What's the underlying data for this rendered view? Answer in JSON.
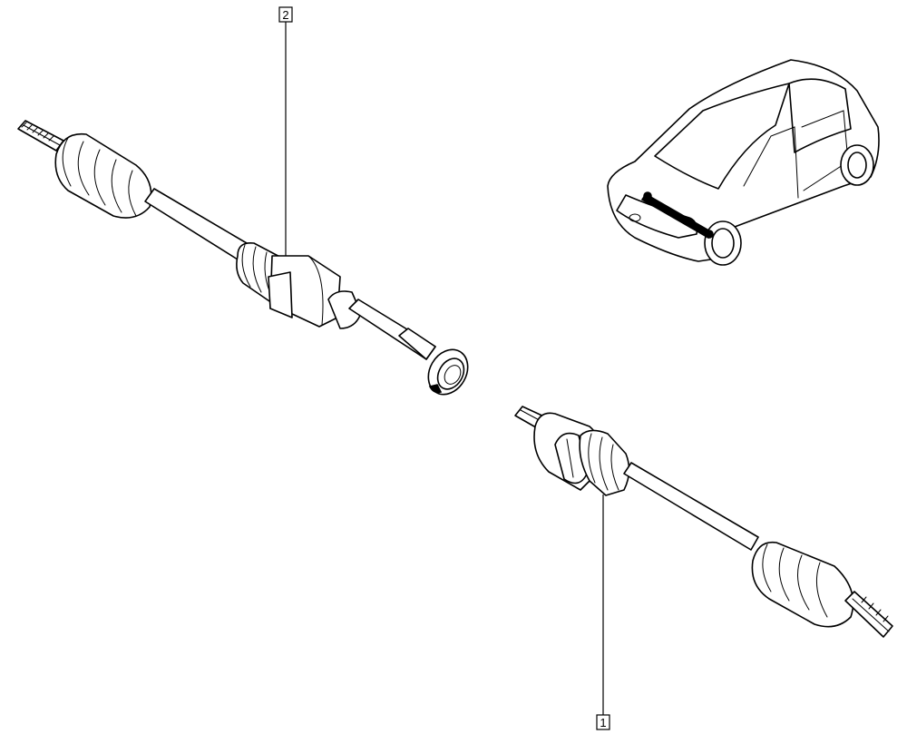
{
  "diagram": {
    "callouts": [
      {
        "id": "callout-2",
        "text": "2"
      },
      {
        "id": "callout-1",
        "text": "1"
      }
    ],
    "parts": [
      {
        "ref": "2",
        "icon": "left-driveshaft-drawing"
      },
      {
        "ref": "1",
        "icon": "right-driveshaft-drawing"
      }
    ],
    "vehicle_icon": "hatchback-car-drawing"
  }
}
